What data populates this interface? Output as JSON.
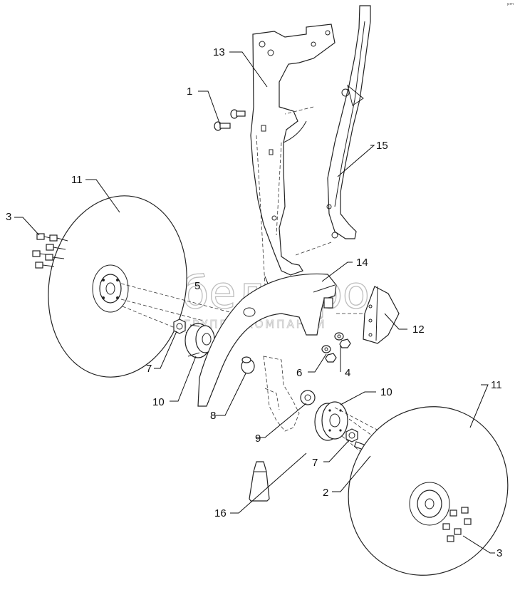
{
  "corner_mark": "ᵖᵐ",
  "watermark": {
    "brand": "белагро",
    "tagline": "ГРУППА КОМПАНИЙ"
  },
  "labels": {
    "p1": "1",
    "p2": "2",
    "p3a": "3",
    "p3b": "3",
    "p4": "4",
    "p5": "5",
    "p6": "6",
    "p7a": "7",
    "p7b": "7",
    "p8": "8",
    "p9": "9",
    "p10a": "10",
    "p10b": "10",
    "p11a": "11",
    "p11b": "11",
    "p12": "12",
    "p13": "13",
    "p14": "14",
    "p15": "15",
    "p16": "16"
  }
}
